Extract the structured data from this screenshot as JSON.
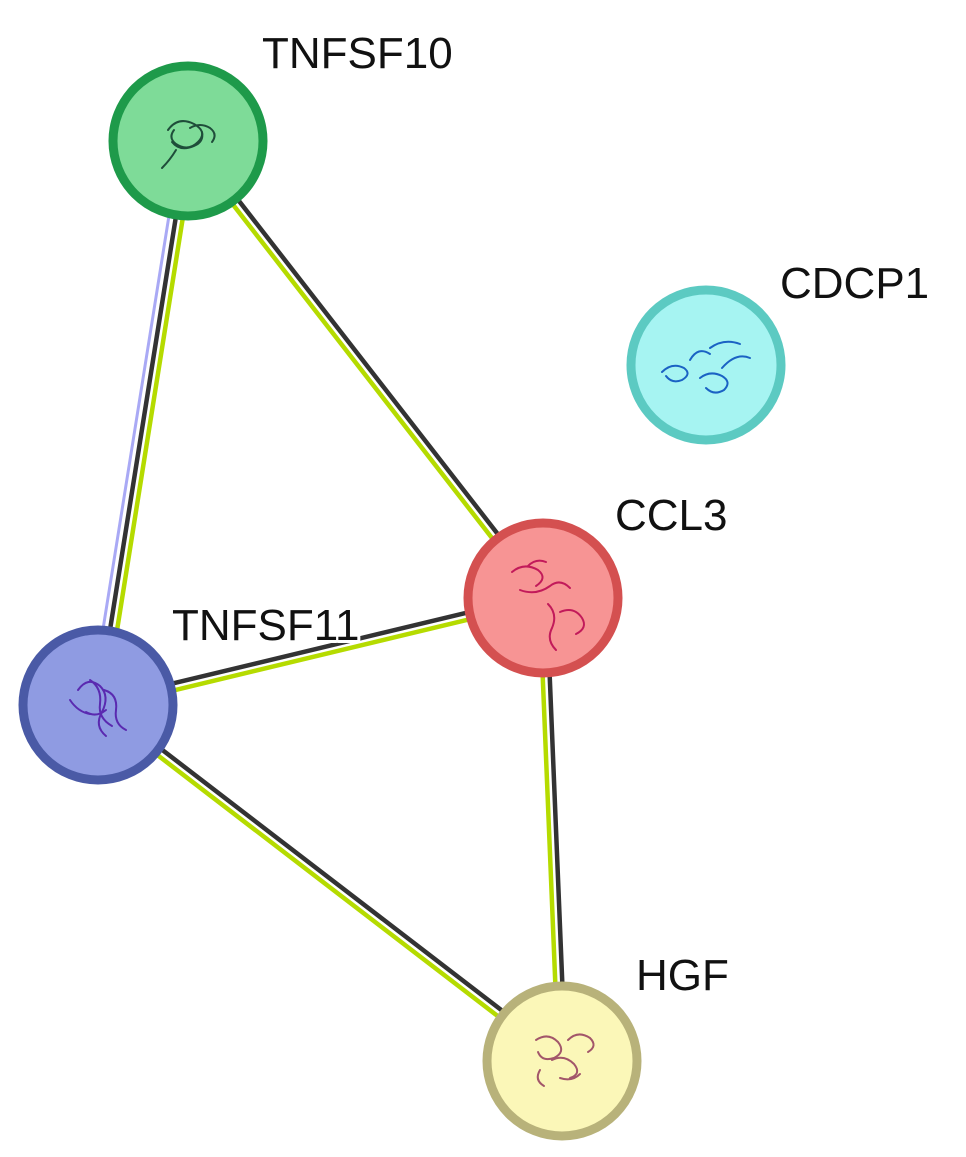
{
  "network": {
    "nodes": [
      {
        "id": "TNFSF10",
        "label": "TNFSF10",
        "fill": "#7edb98",
        "border": "#1e9a4a",
        "structure_color": "#1f4d3a"
      },
      {
        "id": "CDCP1",
        "label": "CDCP1",
        "fill": "#a6f4f2",
        "border": "#5ccac2",
        "structure_color": "#1a62c4"
      },
      {
        "id": "CCL3",
        "label": "CCL3",
        "fill": "#f79494",
        "border": "#d45050",
        "structure_color": "#c21a5a"
      },
      {
        "id": "TNFSF11",
        "label": "TNFSF11",
        "fill": "#8f9be2",
        "border": "#4a5aa6",
        "structure_color": "#5a2ab0"
      },
      {
        "id": "HGF",
        "label": "HGF",
        "fill": "#fbf7b8",
        "border": "#b8b27a",
        "structure_color": "#a2566a"
      }
    ],
    "edges": [
      {
        "source": "TNFSF10",
        "target": "TNFSF11",
        "evidence": [
          "textmining",
          "coexpression",
          "experiments"
        ]
      },
      {
        "source": "TNFSF10",
        "target": "CCL3",
        "evidence": [
          "coexpression",
          "textmining"
        ]
      },
      {
        "source": "TNFSF11",
        "target": "CCL3",
        "evidence": [
          "coexpression",
          "textmining"
        ]
      },
      {
        "source": "TNFSF11",
        "target": "HGF",
        "evidence": [
          "coexpression",
          "textmining"
        ]
      },
      {
        "source": "CCL3",
        "target": "HGF",
        "evidence": [
          "coexpression",
          "textmining"
        ]
      }
    ],
    "evidence_colors": {
      "textmining": "#b5db00",
      "coexpression": "#333333",
      "experiments": "#a9a9f5"
    }
  }
}
